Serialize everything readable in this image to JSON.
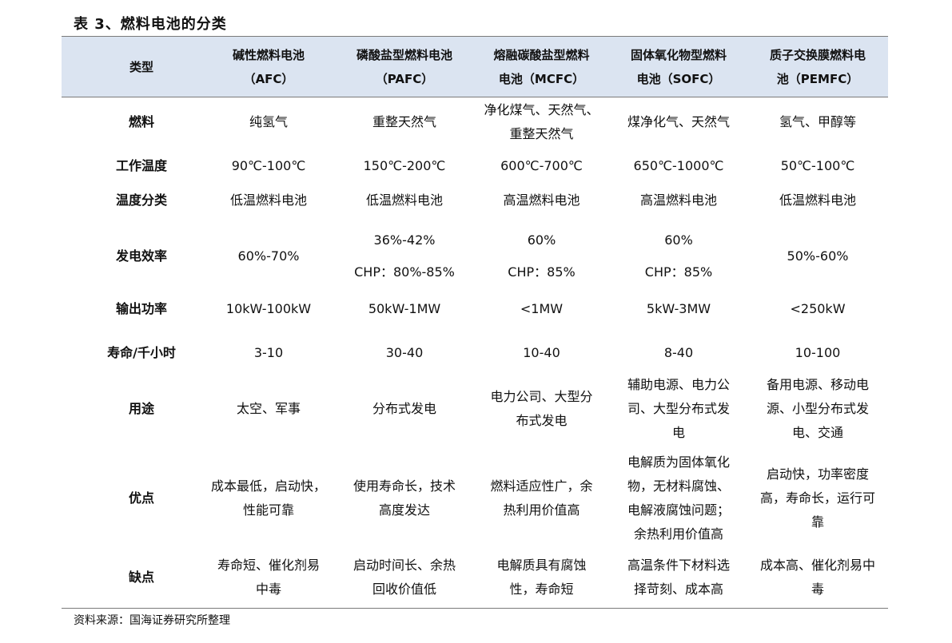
{
  "title": "表 3、燃料电池的分类",
  "header": [
    [
      "类型"
    ],
    [
      "碱性燃料电池",
      "（AFC）"
    ],
    [
      "磷酸盐型燃料电池",
      "（PAFC）"
    ],
    [
      "熔融碳酸盐型燃料",
      "电池（MCFC）"
    ],
    [
      "固体氧化物型燃料",
      "电池（SOFC）"
    ],
    [
      "质子交换膜燃料电",
      "池（PEMFC）"
    ]
  ],
  "rows": [
    {
      "label": "燃料",
      "cells": [
        [
          "纯氢气"
        ],
        [
          "重整天然气"
        ],
        [
          "净化煤气、天然气、",
          "重整天然气"
        ],
        [
          "煤净化气、天然气"
        ],
        [
          "氢气、甲醇等"
        ]
      ]
    },
    {
      "label": "工作温度",
      "cells": [
        [
          "90℃-100℃"
        ],
        [
          "150℃-200℃"
        ],
        [
          "600℃-700℃"
        ],
        [
          "650℃-1000℃"
        ],
        [
          "50℃-100℃"
        ]
      ]
    },
    {
      "label": "温度分类",
      "cells": [
        [
          "低温燃料电池"
        ],
        [
          "低温燃料电池"
        ],
        [
          "高温燃料电池"
        ],
        [
          "高温燃料电池"
        ],
        [
          "低温燃料电池"
        ]
      ]
    },
    {
      "label": "发电效率",
      "cells": [
        [
          "60%-70%"
        ],
        [
          "36%-42%",
          "",
          "CHP：80%-85%"
        ],
        [
          "60%",
          "",
          "CHP：85%"
        ],
        [
          "60%",
          "",
          "CHP：85%"
        ],
        [
          "50%-60%"
        ]
      ]
    },
    {
      "label": "输出功率",
      "cells": [
        [
          "10kW-100kW"
        ],
        [
          "50kW-1MW"
        ],
        [
          "<1MW"
        ],
        [
          "5kW-3MW"
        ],
        [
          "<250kW"
        ]
      ]
    },
    {
      "label": "寿命/千小时",
      "cells": [
        [
          "3-10"
        ],
        [
          "30-40"
        ],
        [
          "10-40"
        ],
        [
          "8-40"
        ],
        [
          "10-100"
        ]
      ]
    },
    {
      "label": "用途",
      "cells": [
        [
          "太空、军事"
        ],
        [
          "分布式发电"
        ],
        [
          "电力公司、大型分",
          "布式发电"
        ],
        [
          "辅助电源、电力公",
          "司、大型分布式发",
          "电"
        ],
        [
          "备用电源、移动电",
          "源、小型分布式发",
          "电、交通"
        ]
      ]
    },
    {
      "label": "优点",
      "cells": [
        [
          "成本最低，启动快，",
          "性能可靠"
        ],
        [
          "使用寿命长，技术",
          "高度发达"
        ],
        [
          "燃料适应性广，余",
          "热利用价值高"
        ],
        [
          "电解质为固体氧化",
          "物，无材料腐蚀、",
          "电解液腐蚀问题；",
          "余热利用价值高"
        ],
        [
          "启动快，功率密度",
          "高，寿命长，运行可",
          "靠"
        ]
      ]
    },
    {
      "label": "缺点",
      "cells": [
        [
          "寿命短、催化剂易",
          "中毒"
        ],
        [
          "启动时间长、余热",
          "回收价值低"
        ],
        [
          "电解质具有腐蚀",
          "性，寿命短"
        ],
        [
          "高温条件下材料选",
          "择苛刻、成本高"
        ],
        [
          "成本高、催化剂易中",
          "毒"
        ]
      ]
    }
  ],
  "source": "资料来源：国海证券研究所整理"
}
